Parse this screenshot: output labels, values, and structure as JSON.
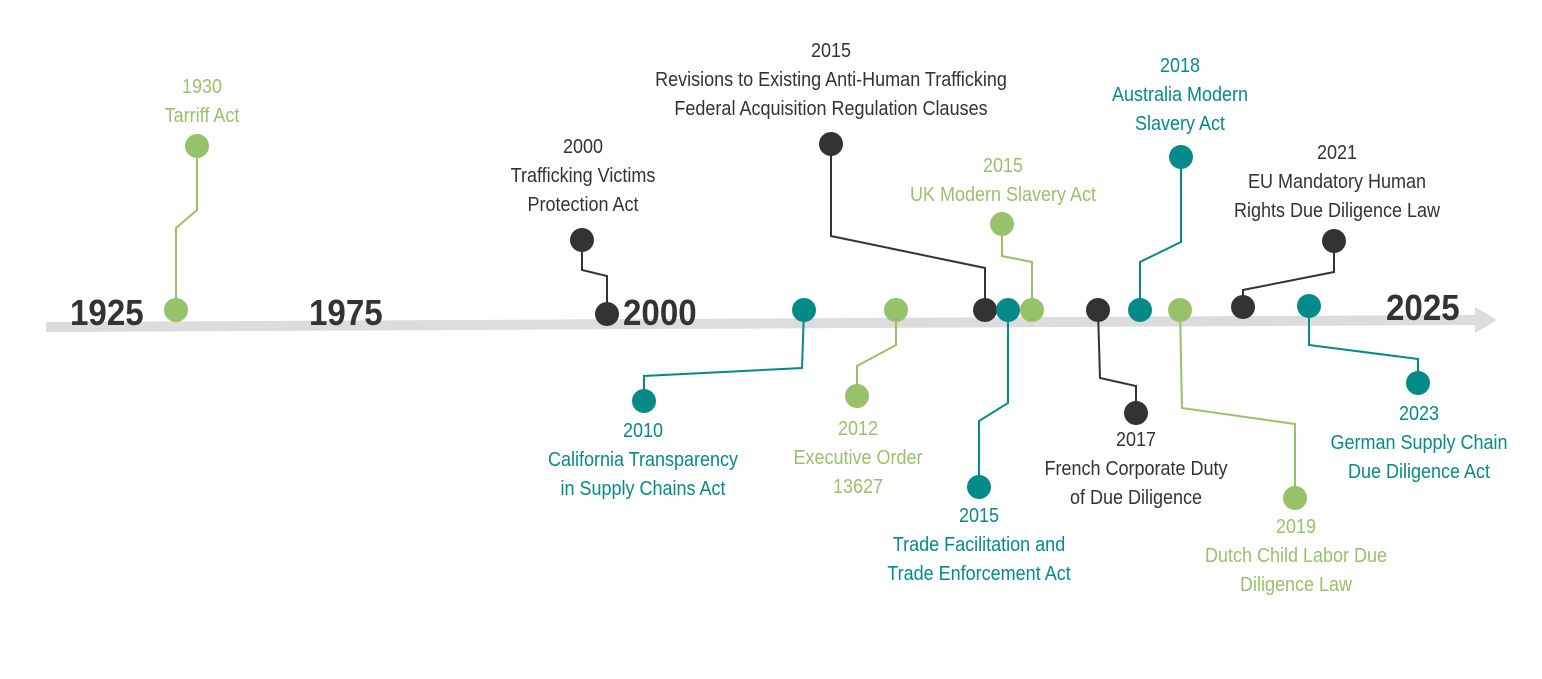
{
  "axis": {
    "year_labels": [
      "1925",
      "1975",
      "2000",
      "2025"
    ]
  },
  "colors": {
    "axis": "#dcdcdc",
    "dark": "#333333",
    "green": "#97c26a",
    "teal": "#058a8a"
  },
  "events": [
    {
      "year": "1930",
      "lines": [
        "Tarriff Act"
      ],
      "color": "green"
    },
    {
      "year": "2000",
      "lines": [
        "Trafficking Victims",
        "Protection Act"
      ],
      "color": "dark"
    },
    {
      "year": "2010",
      "lines": [
        "California Transparency",
        "in Supply Chains Act"
      ],
      "color": "teal"
    },
    {
      "year": "2012",
      "lines": [
        "Executive Order",
        "13627"
      ],
      "color": "green"
    },
    {
      "year": "2015",
      "lines": [
        "Revisions to Existing Anti-Human Trafficking",
        "Federal Acquisition Regulation Clauses"
      ],
      "color": "dark"
    },
    {
      "year": "2015",
      "lines": [
        "Trade Facilitation and",
        "Trade Enforcement Act"
      ],
      "color": "teal"
    },
    {
      "year": "2015",
      "lines": [
        "UK Modern Slavery Act"
      ],
      "color": "green"
    },
    {
      "year": "2017",
      "lines": [
        "French Corporate Duty",
        "of Due Diligence"
      ],
      "color": "dark"
    },
    {
      "year": "2018",
      "lines": [
        "Australia Modern",
        "Slavery Act"
      ],
      "color": "teal"
    },
    {
      "year": "2019",
      "lines": [
        "Dutch Child Labor Due",
        "Diligence Law"
      ],
      "color": "green"
    },
    {
      "year": "2021",
      "lines": [
        "EU Mandatory Human",
        "Rights Due Diligence Law"
      ],
      "color": "dark"
    },
    {
      "year": "2023",
      "lines": [
        "German Supply Chain",
        "Due Diligence Act"
      ],
      "color": "teal"
    }
  ]
}
